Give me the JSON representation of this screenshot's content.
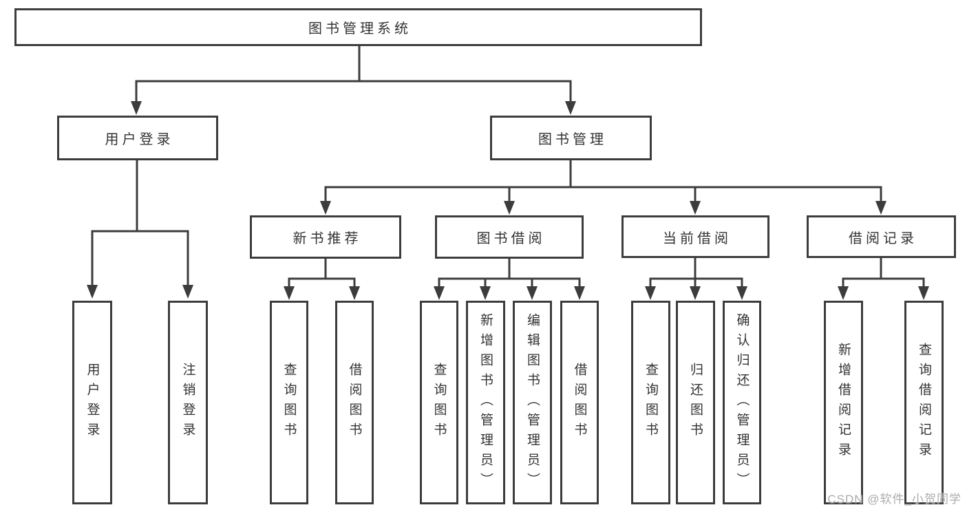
{
  "diagram": {
    "root": {
      "label": "图书管理系统",
      "children": [
        {
          "label": "用户登录",
          "children": [
            {
              "label": "用户登录"
            },
            {
              "label": "注销登录"
            }
          ]
        },
        {
          "label": "图书管理",
          "children": [
            {
              "label": "新书推荐",
              "children": [
                {
                  "label": "查询图书"
                },
                {
                  "label": "借阅图书"
                }
              ]
            },
            {
              "label": "图书借阅",
              "children": [
                {
                  "label": "查询图书"
                },
                {
                  "label": "新增图书（管理员）"
                },
                {
                  "label": "编辑图书（管理员）"
                },
                {
                  "label": "借阅图书"
                }
              ]
            },
            {
              "label": "当前借阅",
              "children": [
                {
                  "label": "查询图书"
                },
                {
                  "label": "归还图书"
                },
                {
                  "label": "确认归还（管理员）"
                }
              ]
            },
            {
              "label": "借阅记录",
              "children": [
                {
                  "label": "新增借阅记录"
                },
                {
                  "label": "查询借阅记录"
                }
              ]
            }
          ]
        }
      ]
    }
  },
  "watermark": "CSDN @软件_小贺同学",
  "colors": {
    "line": "#3c3c3c",
    "text": "#333333",
    "watermark": "#ababab"
  }
}
